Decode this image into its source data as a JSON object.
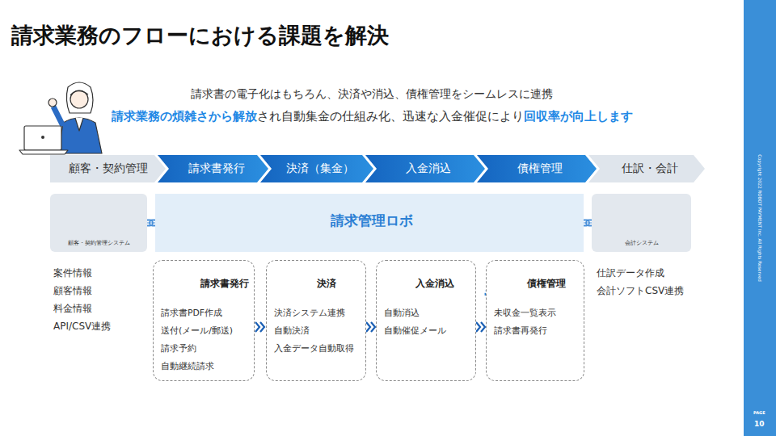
{
  "diagram": {
    "title": "請求業務のフローにおける課題を解決",
    "nodes": [
      {
        "text": [
          "顧客・契約管理"
        ]
      },
      {
        "text": [
          "請求書発行"
        ]
      },
      {
        "text": [
          "決済（集金）"
        ]
      },
      {
        "text": [
          "入金消込"
        ]
      },
      {
        "text": [
          "債権管理"
        ]
      },
      {
        "text": [
          "仕訳・会計"
        ]
      },
      {
        "text": [
          "顧客・契約管理システム"
        ]
      },
      {
        "text": [
          "請求管理ロボ"
        ]
      },
      {
        "text": [
          "会計システム"
        ]
      },
      {
        "text": [
          "請求書発行",
          "請求書PDF作成",
          "送付(メール/郵送)",
          "請求予約",
          "自動継続請求"
        ]
      },
      {
        "text": [
          "決済",
          "決済システム連携",
          "自動決済",
          "入金データ自動取得"
        ]
      },
      {
        "text": [
          "入金消込",
          "自動消込",
          "自動催促メール"
        ]
      },
      {
        "text": [
          "債権管理",
          "未収金一覧表示",
          "請求書再発行"
        ]
      }
    ],
    "edges": [
      {
        "from": 6,
        "to": 7,
        "arrow": "none"
      },
      {
        "from": 7,
        "to": 8,
        "arrow": "none"
      },
      {
        "from": 9,
        "to": 10,
        "arrow": "to"
      },
      {
        "from": 10,
        "to": 11,
        "arrow": "to"
      },
      {
        "from": 11,
        "to": 12,
        "arrow": "to"
      }
    ],
    "labels": [
      "請求書の電子化はもちろん、決済や消込、債権管理をシームレスに連携",
      "請求業務の煩雑さから解放",
      "され自動集金の仕組み化、迅速な入金催促により",
      "回収率が向上します",
      "案件情報",
      "顧客情報",
      "料金情報",
      "API/CSV連携",
      "仕訳データ作成",
      "会計ソフトCSV連携",
      "Copyright 2022 ROBOT PAYMENT Inc. All Rights Reserved",
      "PAGE",
      "10"
    ]
  }
}
